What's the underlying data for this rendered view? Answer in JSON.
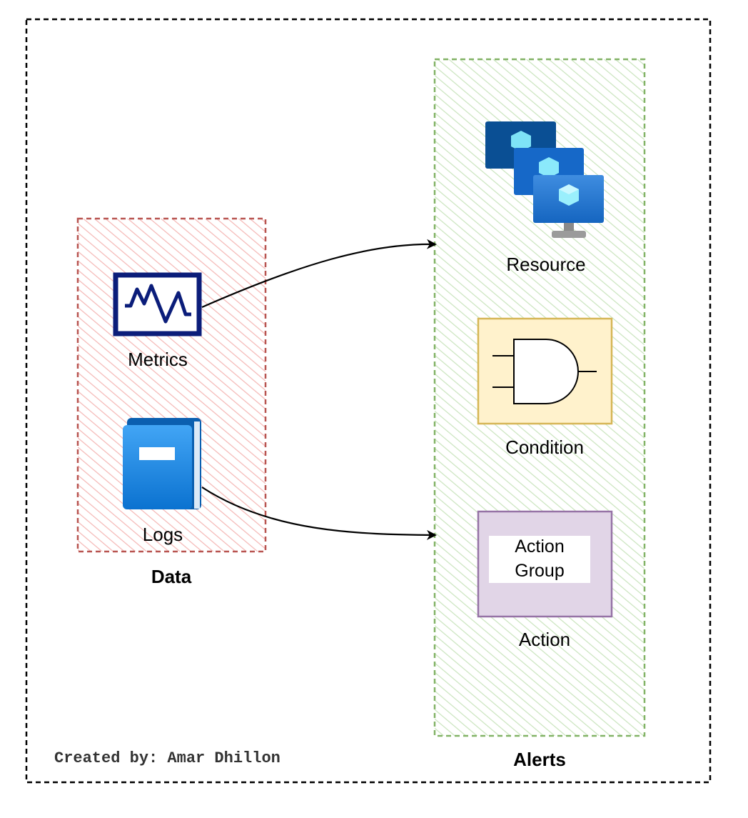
{
  "colors": {
    "frame": "#000000",
    "data_border": "#b85450",
    "data_hatch": "#f4b6b4",
    "alerts_border": "#82b366",
    "alerts_hatch": "#c9e4bd",
    "metrics_icon": "#0b1d7a",
    "logs_icon": "#1e88e5",
    "condition_fill": "#fff2cc",
    "condition_border": "#d6b656",
    "action_fill": "#e1d5e7",
    "action_border": "#9673a6"
  },
  "groups": {
    "data": {
      "label": "Data"
    },
    "alerts": {
      "label": "Alerts"
    }
  },
  "nodes": {
    "metrics": {
      "label": "Metrics",
      "icon": "metrics-chart-icon"
    },
    "logs": {
      "label": "Logs",
      "icon": "log-book-icon"
    },
    "resource": {
      "label": "Resource",
      "icon": "virtual-machines-icon"
    },
    "condition": {
      "label": "Condition",
      "icon": "and-gate-icon"
    },
    "action": {
      "label": "Action",
      "inner_line1": "Action",
      "inner_line2": "Group"
    }
  },
  "edges": [
    {
      "from": "metrics",
      "to": "resource"
    },
    {
      "from": "logs",
      "to": "action"
    }
  ],
  "footer": {
    "credit": "Created by: Amar Dhillon"
  }
}
